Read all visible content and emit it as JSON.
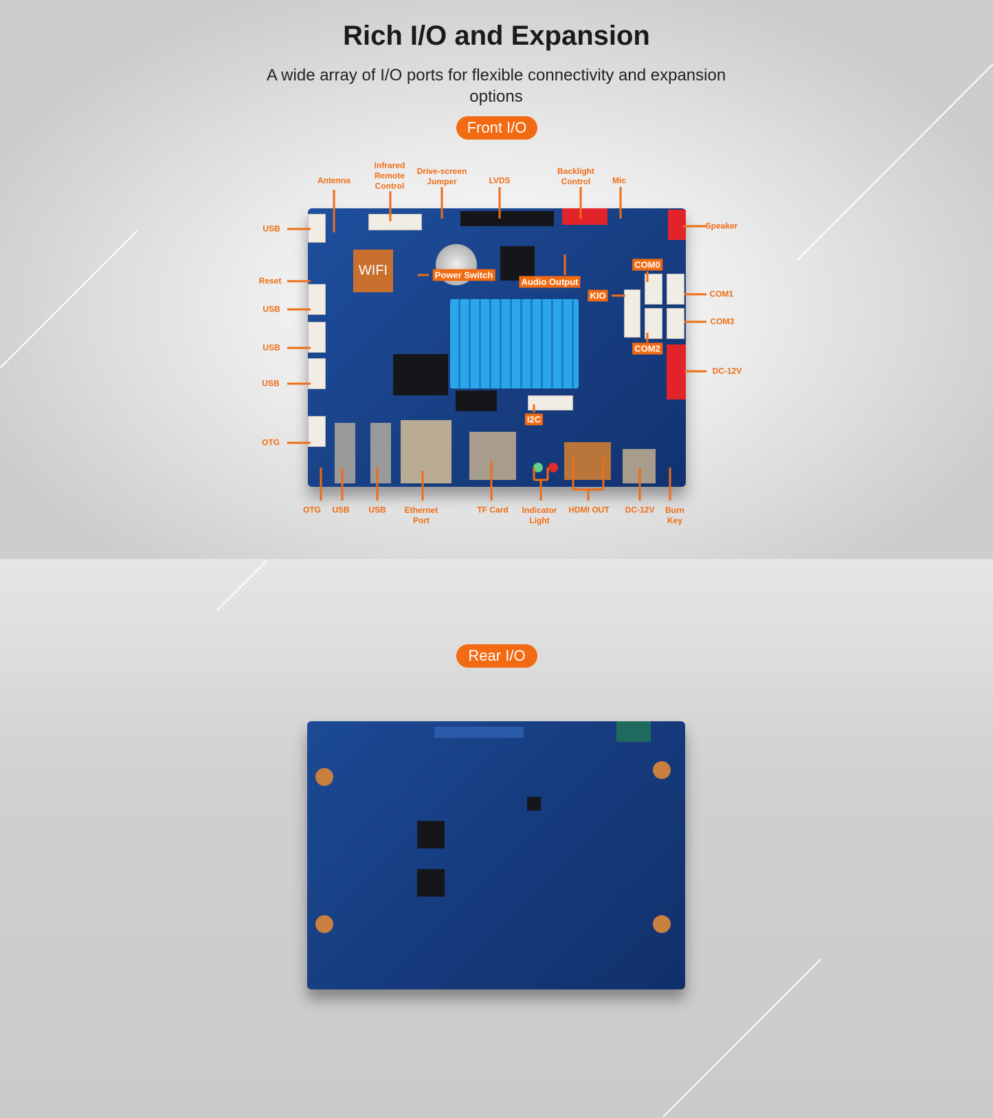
{
  "header": {
    "title": "Rich I/O and Expansion",
    "subtitle": "A wide array of I/O ports for flexible connectivity and expansion options"
  },
  "front": {
    "badge": "Front I/O",
    "top_labels": [
      "Antenna",
      "Infrared Remote Control",
      "Drive-screen Jumper",
      "LVDS",
      "Backlight Control",
      "Mic"
    ],
    "left_labels": [
      "USB",
      "Reset",
      "USB",
      "USB",
      "USB",
      "OTG"
    ],
    "right_labels": [
      "Speaker",
      "COM1",
      "COM3",
      "DC-12V"
    ],
    "bottom_labels": [
      "OTG",
      "USB",
      "USB",
      "Ethernet Port",
      "TF Card",
      "Indicator Light",
      "HDMI OUT",
      "DC-12V",
      "Burn Key"
    ],
    "board_tags": [
      "WIFI",
      "Power Switch",
      "Audio Output",
      "COM0",
      "KIO",
      "COM2",
      "I2C"
    ]
  },
  "rear": {
    "badge": "Rear I/O"
  },
  "colors": {
    "accent": "#f26a12",
    "board": "#1f4f9e",
    "heatsink": "#2aa3e6"
  }
}
